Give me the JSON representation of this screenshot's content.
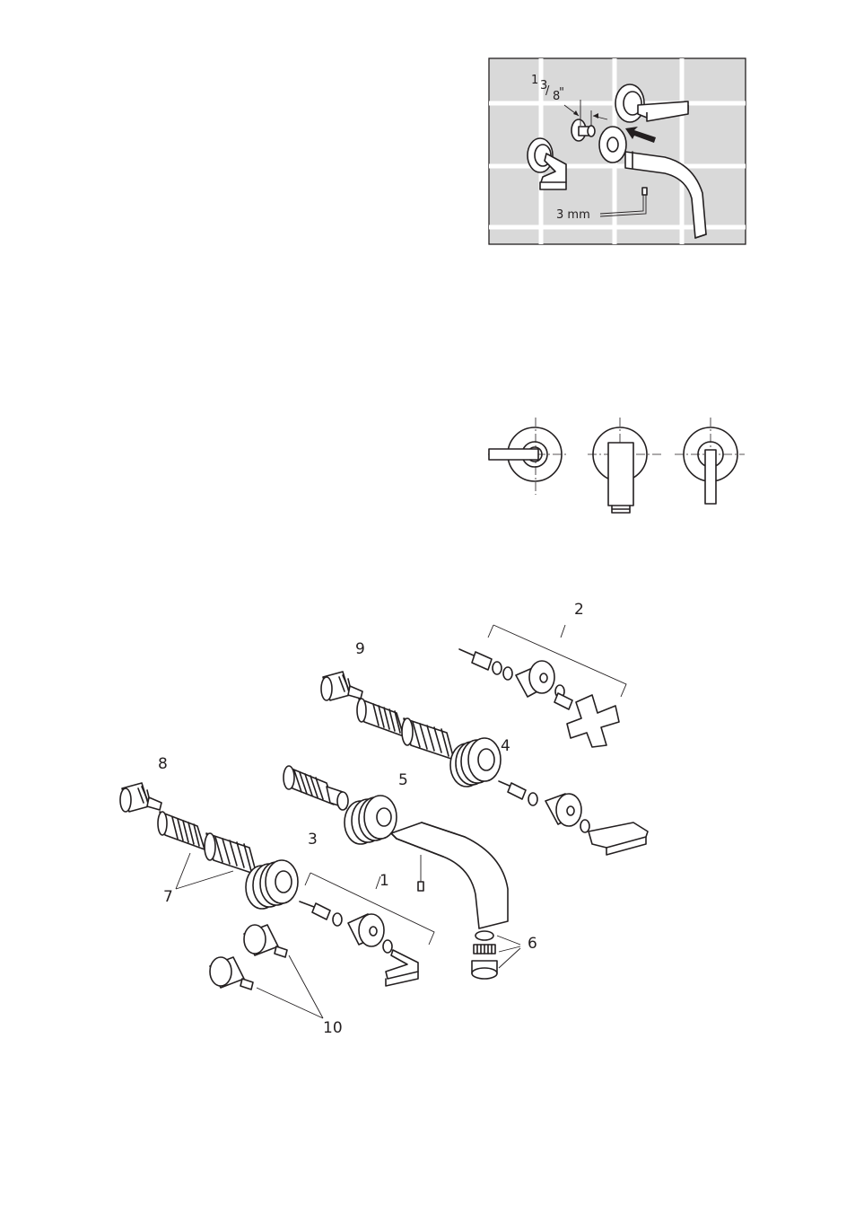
{
  "install_figure": {
    "dimension_whole": "1",
    "dimension_num": "3",
    "dimension_den": "8",
    "dimension_unit": "\"",
    "hex_key_label": "3 mm"
  },
  "orientation_figure": {
    "views": [
      "lever-handle-left",
      "spout-front",
      "lever-handle-down"
    ]
  },
  "exploded_view": {
    "part_numbers": [
      "1",
      "2",
      "3",
      "4",
      "5",
      "6",
      "7",
      "8",
      "9",
      "10"
    ]
  }
}
